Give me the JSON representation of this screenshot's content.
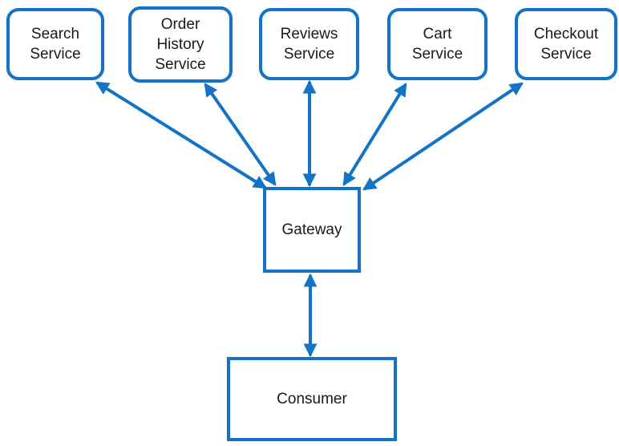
{
  "diagram": {
    "kind": "service-architecture-diagram",
    "colors": {
      "accent": "#1273C7",
      "text": "#1A1A1A",
      "background": "#FFFFFF"
    },
    "nodes": {
      "search": {
        "label": "Search Service",
        "shape": "rounded-rectangle"
      },
      "order_history": {
        "label": "Order History Service",
        "shape": "rounded-rectangle"
      },
      "reviews": {
        "label": "Reviews Service",
        "shape": "rounded-rectangle"
      },
      "cart": {
        "label": "Cart Service",
        "shape": "rounded-rectangle"
      },
      "checkout": {
        "label": "Checkout Service",
        "shape": "rounded-rectangle"
      },
      "gateway": {
        "label": "Gateway",
        "shape": "rectangle"
      },
      "consumer": {
        "label": "Consumer",
        "shape": "rectangle"
      }
    },
    "edges": [
      {
        "from": "Search Service",
        "to": "Gateway",
        "style": "bidirectional-arrow"
      },
      {
        "from": "Order History Service",
        "to": "Gateway",
        "style": "bidirectional-arrow"
      },
      {
        "from": "Reviews Service",
        "to": "Gateway",
        "style": "bidirectional-arrow"
      },
      {
        "from": "Cart Service",
        "to": "Gateway",
        "style": "bidirectional-arrow"
      },
      {
        "from": "Checkout Service",
        "to": "Gateway",
        "style": "bidirectional-arrow"
      },
      {
        "from": "Gateway",
        "to": "Consumer",
        "style": "bidirectional-arrow"
      }
    ]
  }
}
